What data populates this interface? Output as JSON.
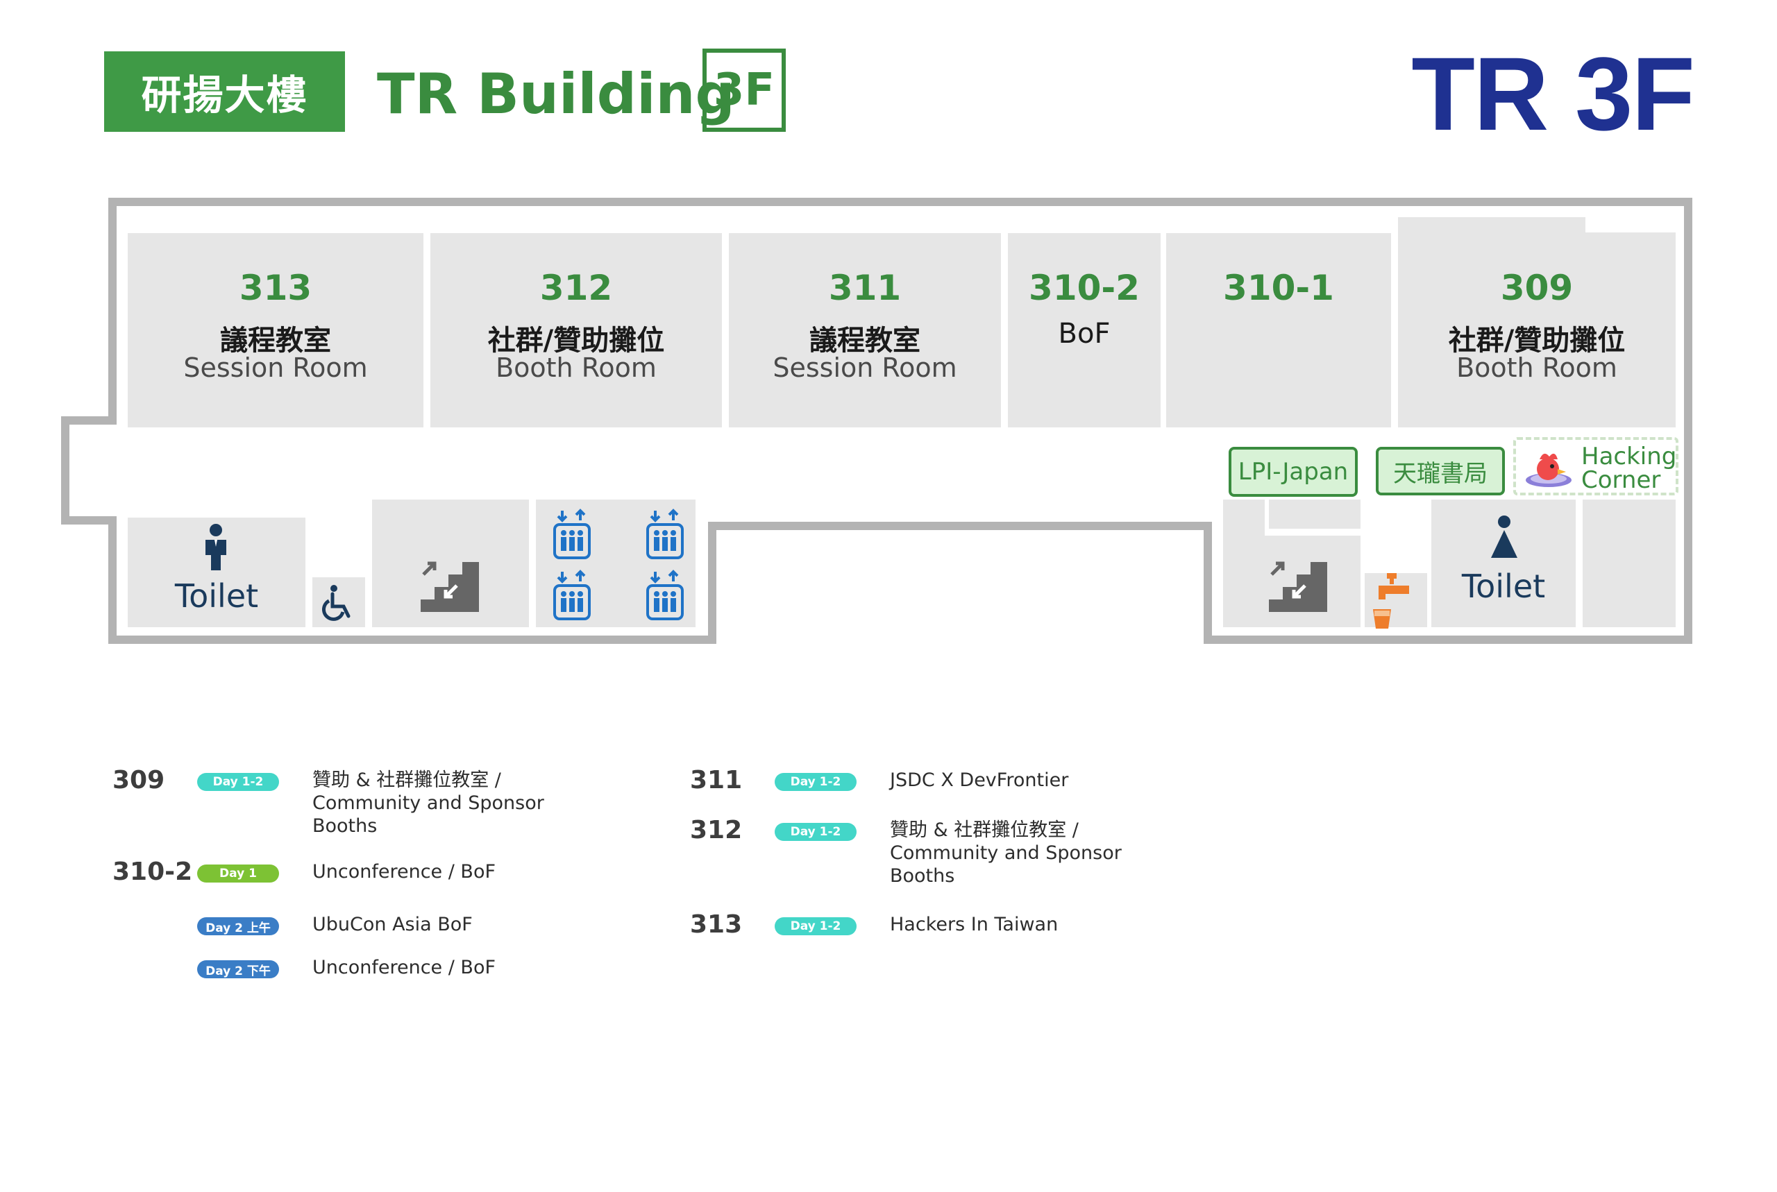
{
  "header": {
    "building_zh": "研揚大樓",
    "building_en": "TR Building",
    "floor": "3F",
    "big_title": "TR 3F"
  },
  "rooms": [
    {
      "num": "313",
      "zh": "議程教室",
      "en": "Session Room"
    },
    {
      "num": "312",
      "zh": "社群/贊助攤位",
      "en": "Booth Room"
    },
    {
      "num": "311",
      "zh": "議程教室",
      "en": "Session Room"
    },
    {
      "num": "310-2",
      "zh": "",
      "en": "BoF"
    },
    {
      "num": "310-1",
      "zh": "",
      "en": ""
    },
    {
      "num": "309",
      "zh": "社群/贊助攤位",
      "en": "Booth Room"
    }
  ],
  "booths": {
    "lpi": "LPI-Japan",
    "bookstore": "天瓏書局",
    "hacking_line1": "Hacking",
    "hacking_line2": "Corner"
  },
  "facilities": {
    "toilet_left": "Toilet",
    "toilet_right": "Toilet",
    "icons": [
      "male-toilet-icon",
      "wheelchair-icon",
      "stairs-icon",
      "elevator-icon",
      "water-fountain-icon",
      "female-toilet-icon"
    ]
  },
  "legend": {
    "left": [
      {
        "room": "309",
        "badge": "Day 1-2",
        "badge_color": "teal",
        "lines": [
          "贊助 & 社群攤位教室 /",
          "Community and Sponsor",
          "Booths"
        ]
      },
      {
        "room": "310-2",
        "badge": "Day 1",
        "badge_color": "green",
        "lines": [
          "Unconference / BoF"
        ]
      },
      {
        "room": "",
        "badge": "Day 2 上午",
        "badge_color": "blue",
        "lines": [
          "UbuCon Asia BoF"
        ]
      },
      {
        "room": "",
        "badge": "Day 2 下午",
        "badge_color": "blue",
        "lines": [
          "Unconference / BoF"
        ]
      }
    ],
    "right": [
      {
        "room": "311",
        "badge": "Day 1-2",
        "badge_color": "teal",
        "lines": [
          "JSDC X DevFrontier"
        ]
      },
      {
        "room": "312",
        "badge": "Day 1-2",
        "badge_color": "teal",
        "lines": [
          "贊助 & 社群攤位教室 /",
          "Community and Sponsor",
          "Booths"
        ]
      },
      {
        "room": "313",
        "badge": "Day 1-2",
        "badge_color": "teal",
        "lines": [
          "Hackers In Taiwan"
        ]
      }
    ]
  },
  "colors": {
    "green": "#3a8c3f",
    "navy": "#1f3191",
    "wall": "#b3b3b3",
    "room": "#e6e6e6",
    "elevator_blue": "#1f73c7",
    "water_orange": "#ee7d2b",
    "teal": "#43d6c8",
    "day1_green": "#7dc234",
    "day2_blue": "#3a7dc6"
  }
}
